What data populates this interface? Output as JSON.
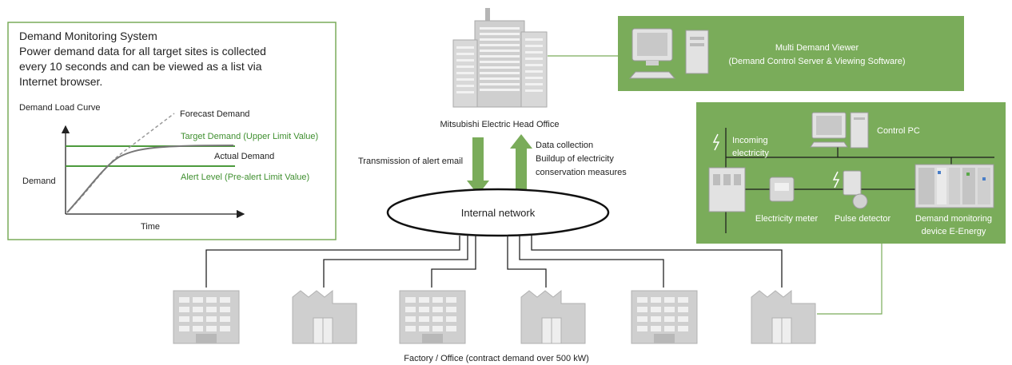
{
  "monitoring_panel": {
    "title": "Demand Monitoring System",
    "description": [
      "Power demand data for all target sites is collected",
      "every 10 seconds and can be viewed as a list via",
      "Internet browser."
    ],
    "chart_title": "Demand Load Curve",
    "y_label": "Demand",
    "x_label": "Time",
    "forecast_label": "Forecast Demand",
    "target_label": "Target Demand (Upper Limit Value)",
    "actual_label": "Actual Demand",
    "alert_label": "Alert Level (Pre-alert Limit Value)"
  },
  "head_office": {
    "label": "Mitsubishi Electric Head Office"
  },
  "arrows": {
    "down_label": "Transmission of alert email",
    "up_label": [
      "Data collection",
      "Buildup of electricity",
      "conservation measures"
    ]
  },
  "network": {
    "label": "Internal network"
  },
  "viewer_panel": {
    "title": "Multi Demand Viewer",
    "subtitle": "(Demand Control Server & Viewing Software)"
  },
  "site_panel": {
    "control_pc": "Control PC",
    "incoming": [
      "Incoming",
      "electricity"
    ],
    "meter": "Electricity meter",
    "pulse": "Pulse detector",
    "device": [
      "Demand monitoring",
      "device E-Energy"
    ]
  },
  "sites": {
    "caption": "Factory / Office (contract demand over 500 kW)",
    "items": [
      "office",
      "factory",
      "office",
      "factory",
      "office",
      "factory"
    ]
  },
  "colors": {
    "accent_green": "#7aac5a",
    "line_green": "#4c9a3c",
    "building_gray": "#cfcfcf"
  },
  "icons": [
    "office-building-icon",
    "factory-icon",
    "computer-icon",
    "electricity-meter-icon",
    "pulse-detector-icon",
    "demand-device-icon"
  ]
}
